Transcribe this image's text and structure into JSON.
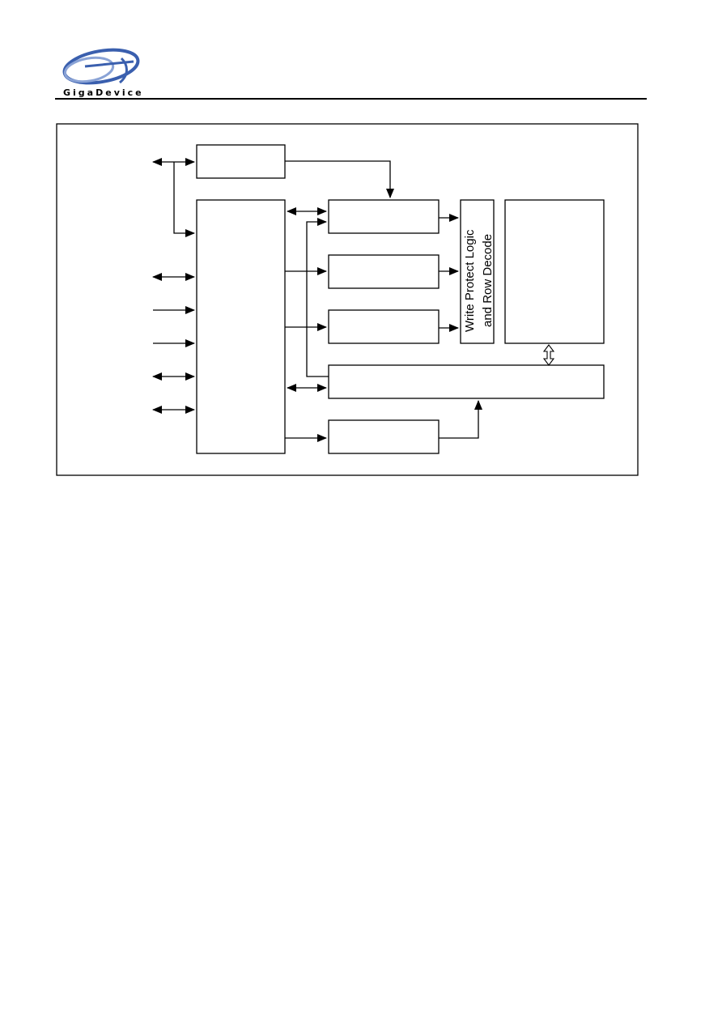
{
  "header": {
    "brand": "GigaDevice"
  },
  "diagram": {
    "write_protect_label_line1": "Write Protect Logic",
    "write_protect_label_line2": "and Row Decode"
  },
  "colors": {
    "stroke": "#000000",
    "logo_accent": "#3a5fae"
  }
}
